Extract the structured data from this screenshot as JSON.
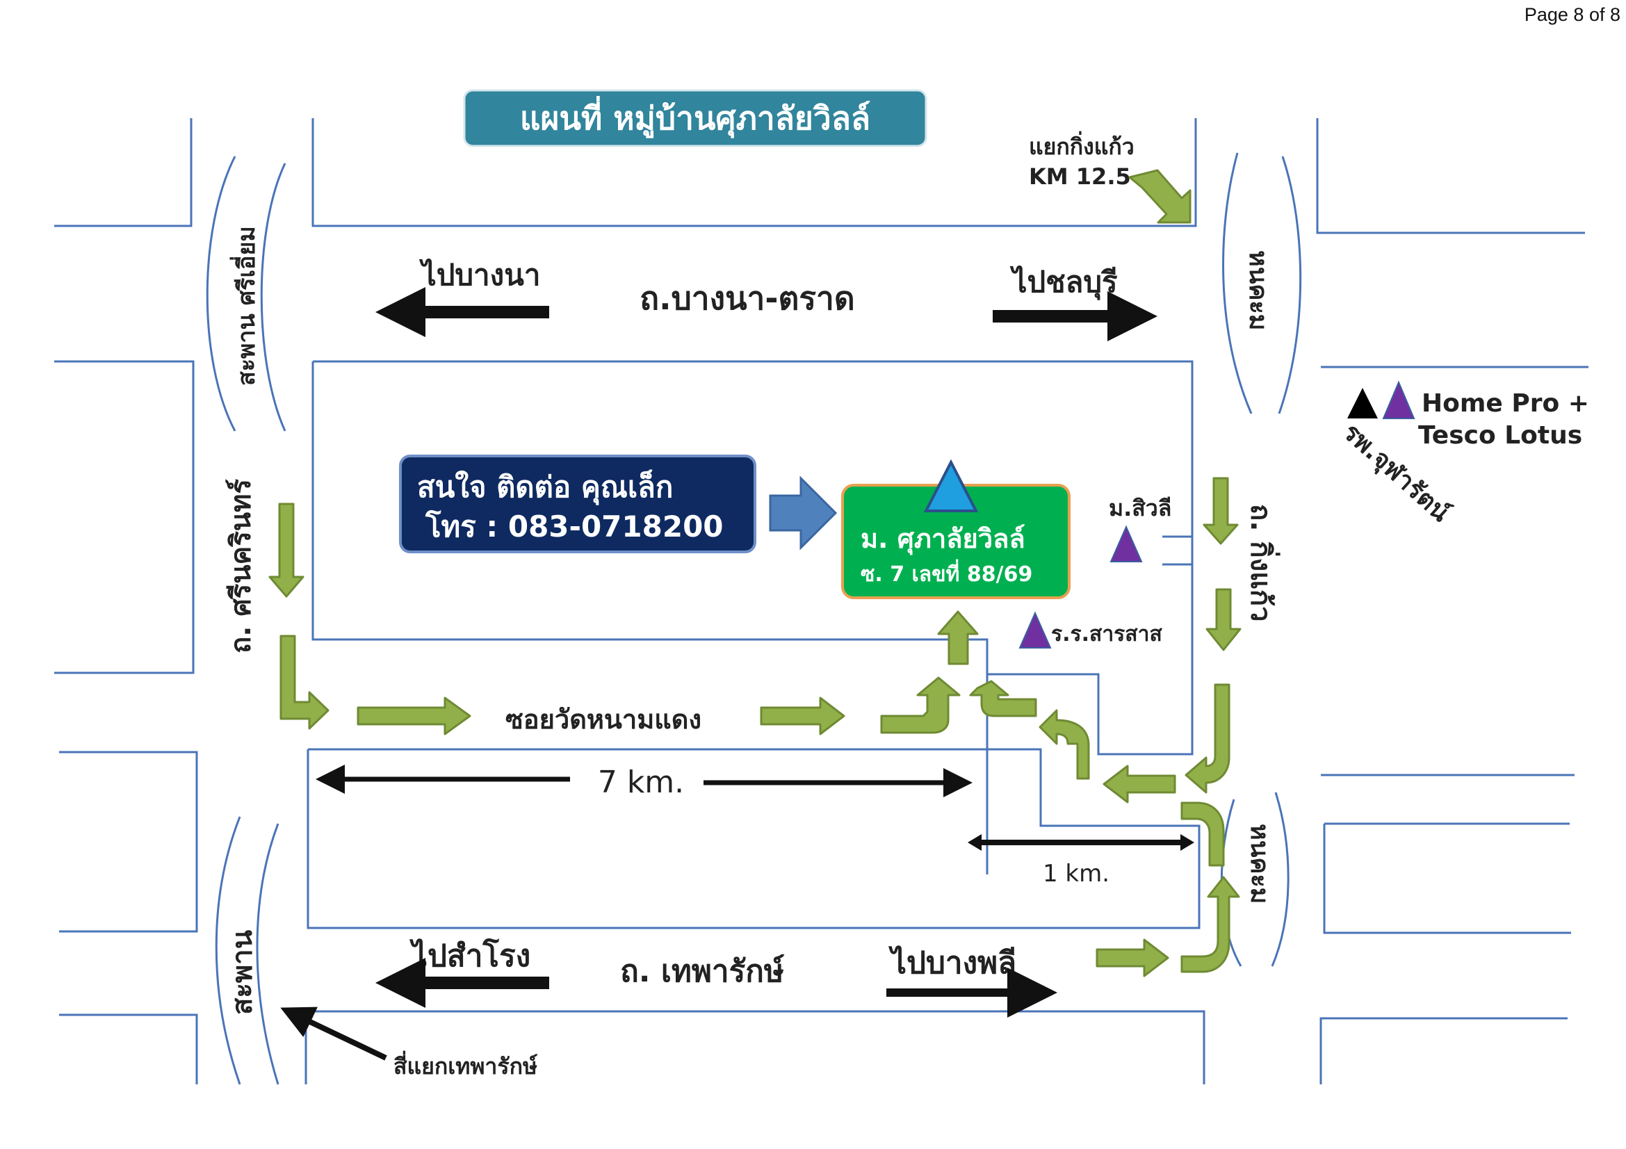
{
  "page_number": "Page 8 of 8",
  "title": "แผนที่ หมู่บ้านศุภาลัยวิลล์",
  "labels": {
    "kingkaew_junction": "แยกกิ่งแก้ว",
    "km_marker": "KM 12.5",
    "to_bangna": "ไปบางนา",
    "bangna_trat_road": "ถ.บางนา-ตราด",
    "to_chonburi": "ไปชลบุรี",
    "srieam_bridge": "สะพาน ศรีเอี่ยม",
    "srinakarin_road": "ถ. ศรีนครินทร์",
    "canal_top": "หนคะม",
    "canal_bottom": "หนคะม",
    "kingkaew_road": "ถ. กิ่งแก้ว",
    "soi_road": "ซอยวัดหนามแดง",
    "distance_7km": "7 km.",
    "distance_1km": "1 km.",
    "to_samrong": "ไปสำโรง",
    "theparak_road": "ถ. เทพารักษ์",
    "to_bangplee": "ไปบางพลี",
    "bridge_bottom": "สะพาน",
    "theparak_junction": "สี่แยกเทพารักษ์",
    "home_pro_line1": "Home Pro +",
    "home_pro_line2": "Tesco Lotus",
    "hospital": "รพ.จุฬารัตน์",
    "village_siwalee": "ม.สิวลี",
    "school": "ร.ร.สารสาส"
  },
  "contact": {
    "line1": "สนใจ ติดต่อ คุณเล็ก",
    "line2": "โทร : 083-0718200"
  },
  "destination": {
    "name": "ม. ศุภาลัยวิลล์",
    "address": "ซ. 7  เลขที่ 88/69"
  },
  "colors": {
    "road_line": "#4a74b8",
    "green_arrow": "#92b04a",
    "title_bg": "#31859c",
    "contact_bg": "#0f2a60",
    "destination_bg": "#00b050",
    "landmark_purple": "#7030a0",
    "destination_marker": "#1f9fe0"
  },
  "icons": [
    "landmark-triangle-icon",
    "destination-triangle-icon",
    "direction-arrow-icon"
  ]
}
